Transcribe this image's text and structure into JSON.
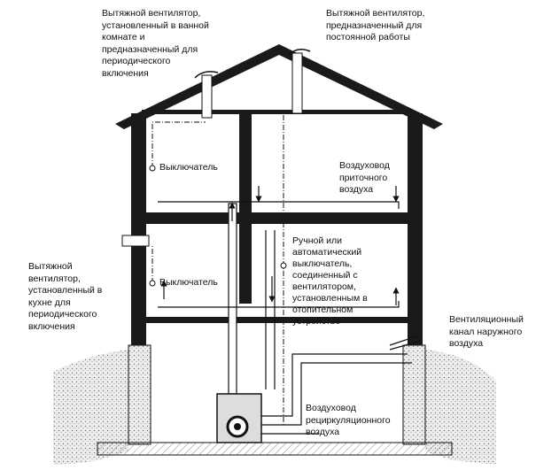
{
  "labels": {
    "bath_fan": [
      "Вытяжной вентилятор,",
      "установленный в ванной",
      "комнате и",
      "предназначенный для",
      "периодического",
      "включения"
    ],
    "constant_fan": [
      "Вытяжной вентилятор,",
      "предназначенный для",
      "постоянной работы"
    ],
    "switch_upper": "Выключатель",
    "switch_lower": "Выключатель",
    "supply_duct": [
      "Воздуховод",
      "приточного",
      "воздуха"
    ],
    "manual_switch": [
      "Ручной или",
      "автоматический",
      "выключатель,",
      "соединенный с",
      "вентилятором,",
      "установленным в",
      "отопительном",
      "устройстве"
    ],
    "kitchen_fan": [
      "Вытяжной",
      "вентилятор,",
      "установленный в",
      "кухне для",
      "периодического",
      "включения"
    ],
    "outdoor_channel": [
      "Вентиляционный",
      "канал наружного",
      "воздуха"
    ],
    "recirc_duct": [
      "Воздуховод",
      "рециркуляционного",
      "воздуха"
    ]
  }
}
